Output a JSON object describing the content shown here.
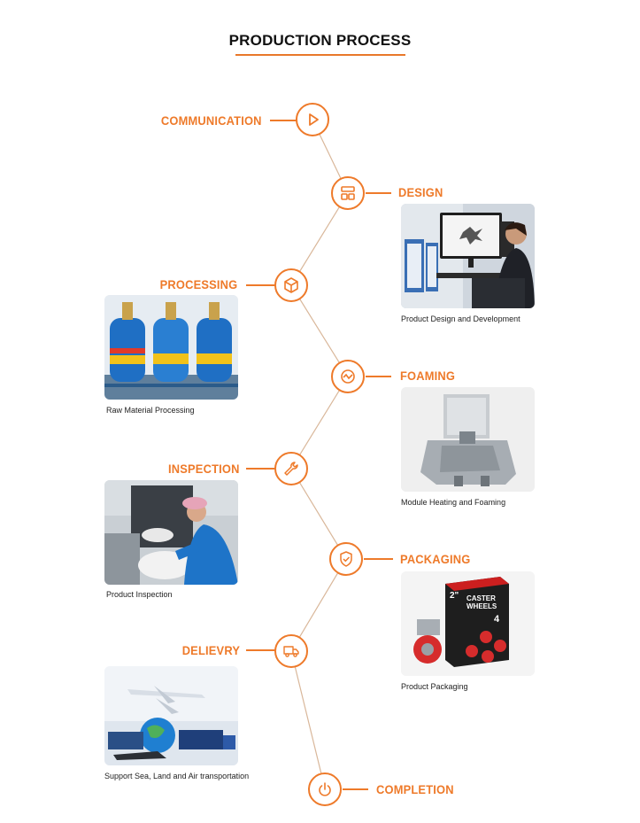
{
  "page": {
    "title": "PRODUCTION PROCESS"
  },
  "colors": {
    "accent": "#ee7a2a",
    "line": "#d9b79a",
    "text": "#222222"
  },
  "steps": [
    {
      "label": "COMMUNICATION",
      "icon": "play-icon"
    },
    {
      "label": "DESIGN",
      "icon": "layout-icon",
      "caption": "Product Design and Development"
    },
    {
      "label": "PROCESSING",
      "icon": "box-icon",
      "caption": "Raw Material Processing"
    },
    {
      "label": "FOAMING",
      "icon": "gauge-icon",
      "caption": "Module Heating and Foaming"
    },
    {
      "label": "INSPECTION",
      "icon": "wrench-icon",
      "caption": "Product Inspection"
    },
    {
      "label": "PACKAGING",
      "icon": "shield-check-icon",
      "caption": "Product Packaging"
    },
    {
      "label": "DELIEVRY",
      "icon": "truck-icon",
      "caption": "Support Sea, Land and Air transportation"
    },
    {
      "label": "COMPLETION",
      "icon": "power-icon"
    }
  ],
  "packaging_box": {
    "size": "2\"",
    "line1": "CASTER",
    "line2": "WHEELS",
    "count": "4"
  }
}
